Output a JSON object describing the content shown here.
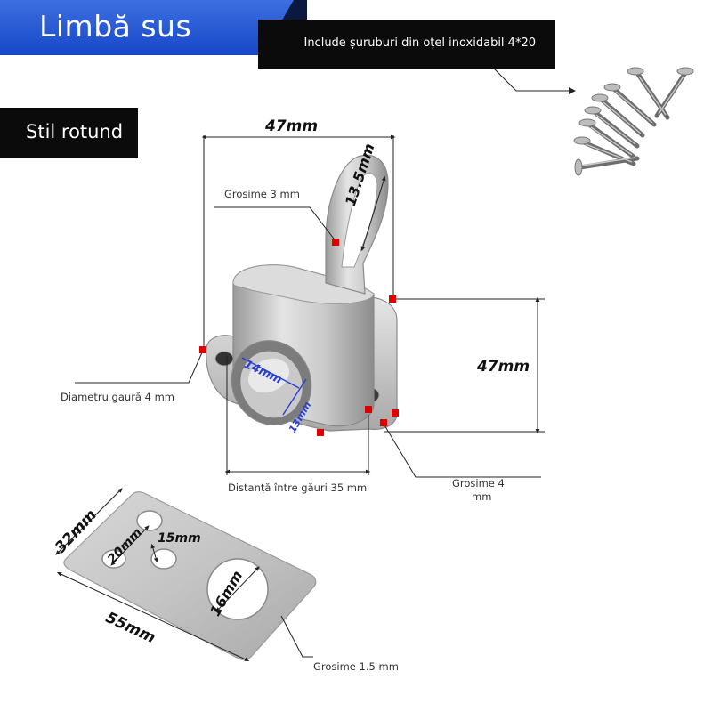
{
  "header": {
    "title": "Limbă sus"
  },
  "screws_banner": {
    "text": "Include șuruburi din oțel inoxidabil 4*20"
  },
  "style_badge": {
    "text": "Stil rotund"
  },
  "dimensions": {
    "latch_width": "47mm",
    "latch_height": "47mm",
    "ring_size": "13.5mm",
    "bolt_diameter": "14mm",
    "bolt_inner": "13mm",
    "plate_width": "32mm",
    "plate_length": "55mm",
    "plate_hole_spacing": "20mm",
    "plate_small_hole": "15mm",
    "plate_big_hole": "16mm"
  },
  "labels": {
    "ring_thickness": "Grosime 3 mm",
    "hole_diameter": "Diametru gaură 4 mm",
    "hole_distance": "Distanță între găuri 35 mm",
    "base_thickness_line1": "Grosime 4",
    "base_thickness_line2": "mm",
    "plate_thickness": "Grosime 1.5 mm"
  },
  "colors": {
    "title_blue": "#1747c8",
    "banner_black": "#0b0b0b",
    "marker_red": "#e00000",
    "dimension_blue": "#2a3fd8"
  }
}
